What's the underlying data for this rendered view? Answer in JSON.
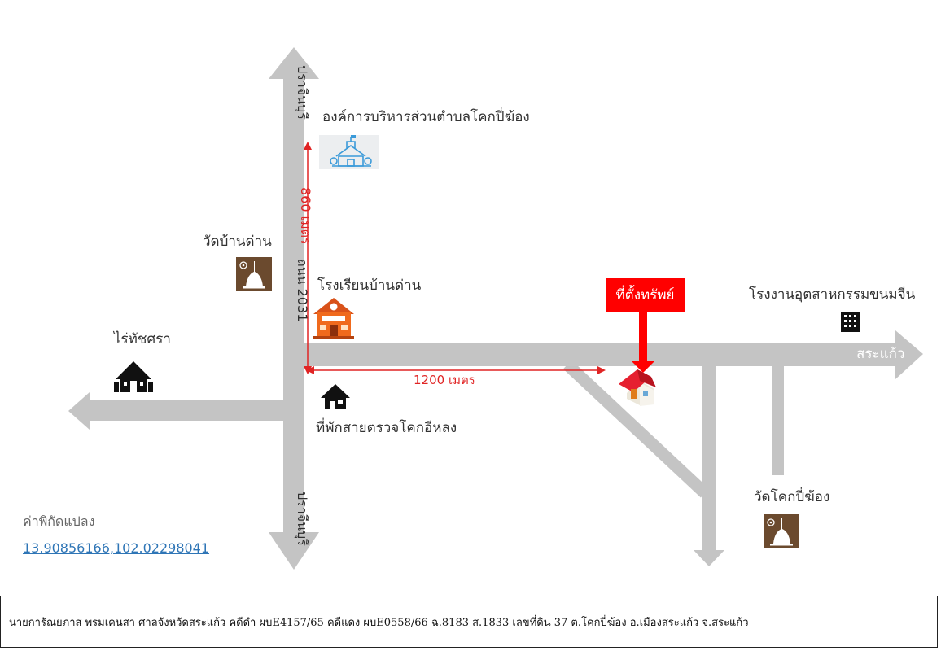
{
  "map": {
    "roads": {
      "north_label": "ปราจีนบุรี",
      "south_label": "ปราจีนบุรี",
      "main_road_label": "ถนน 2031",
      "east_label": "สระแก้ว"
    },
    "distances": {
      "vertical": "860 เมตร",
      "horizontal": "1200 เมตร"
    },
    "places": {
      "sao": "องค์การบริหารส่วนตำบลโคกปี่ฆ้อง",
      "wat_ban_dan": "วัดบ้านด่าน",
      "school": "โรงเรียนบ้านด่าน",
      "rai": "ไร่ทัชศรา",
      "checkpoint": "ที่พักสายตรวจโคกอีหลง",
      "factory": "โรงงานอุตสาหกรรมขนมจีน",
      "wat_khok": "วัดโคกปี่ฆ้อง"
    },
    "property_marker": "ที่ตั้งทรัพย์",
    "coordinates": {
      "label": "ค่าพิกัดแปลง",
      "value": "13.90856166,102.02298041"
    },
    "colors": {
      "road": "#c4c4c4",
      "measure": "#e02424",
      "marker": "#ff0000",
      "temple": "#6b4a2e",
      "school": "#f06a1d",
      "link": "#2e75b6"
    },
    "icons": [
      "sao-building-icon",
      "temple-icon",
      "school-icon",
      "farm-house-icon",
      "police-house-icon",
      "property-house-icon",
      "factory-icon"
    ]
  },
  "footer": {
    "text": "นายการัณยภาส  พรมเคนสา ศาลจังหวัดสระแก้ว คดีดำ ผบE4157/65 คดีแดง ผบE0558/66 ฉ.8183  ส.1833  เลขที่ดิน 37 ต.โคกปี่ฆ้อง อ.เมืองสระแก้ว จ.สระแก้ว"
  }
}
